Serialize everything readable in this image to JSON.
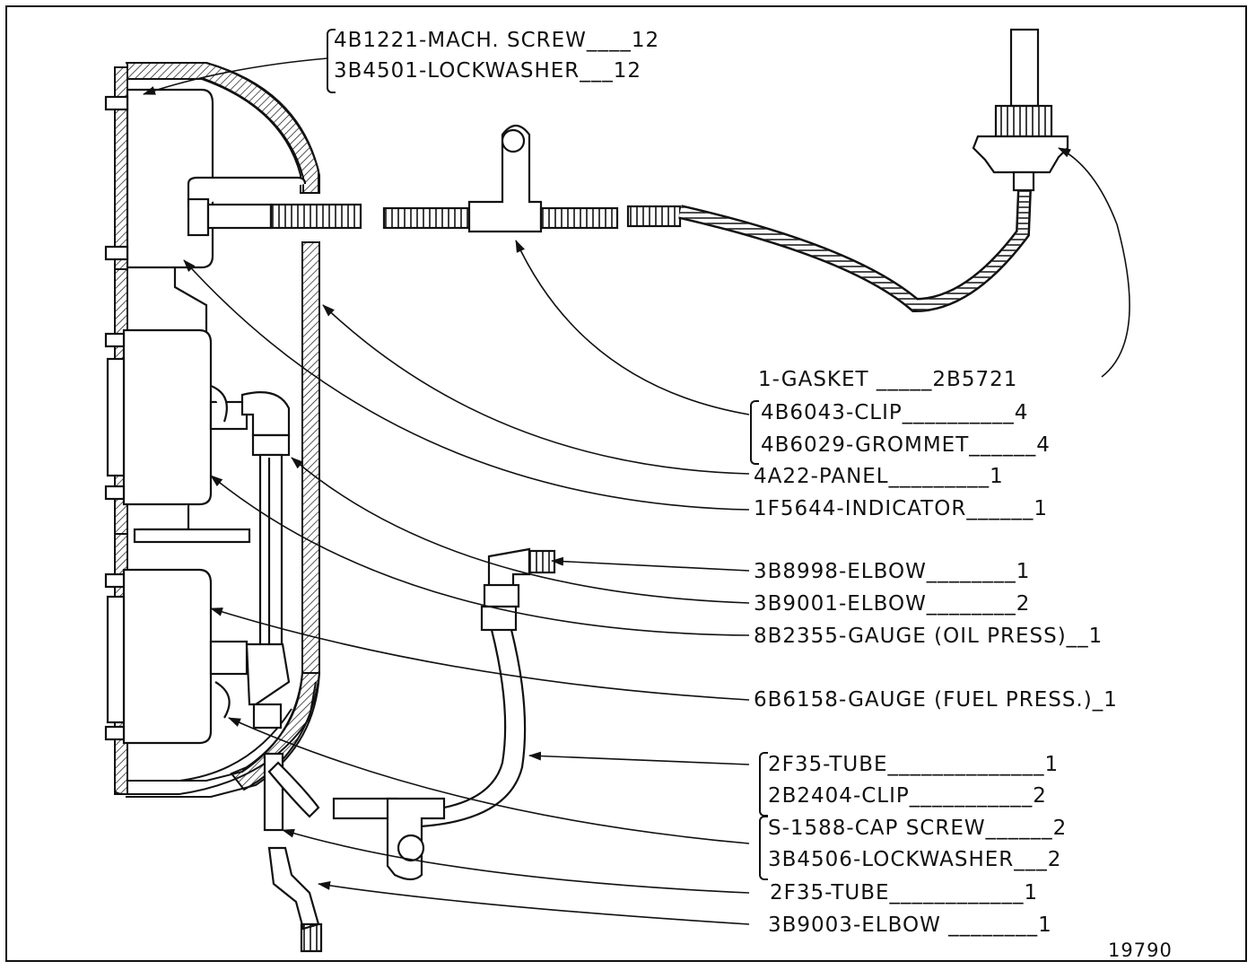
{
  "figure_number": "19790",
  "callouts": [
    {
      "id": "mach-screw",
      "text": "4B1221-MACH. SCREW____12"
    },
    {
      "id": "lockwasher-top",
      "text": "3B4501-LOCKWASHER___12"
    },
    {
      "id": "gasket",
      "text": "1-GASKET _____2B5721"
    },
    {
      "id": "clip-4b6043",
      "text": "4B6043-CLIP__________4"
    },
    {
      "id": "grommet",
      "text": "4B6029-GROMMET______4"
    },
    {
      "id": "panel",
      "text": "4A22-PANEL_________1"
    },
    {
      "id": "indicator",
      "text": "1F5644-INDICATOR______1"
    },
    {
      "id": "elbow-3b8998",
      "text": "3B8998-ELBOW________1"
    },
    {
      "id": "elbow-3b9001",
      "text": "3B9001-ELBOW________2"
    },
    {
      "id": "gauge-oil",
      "text": "8B2355-GAUGE (OIL PRESS)__1"
    },
    {
      "id": "gauge-fuel",
      "text": "6B6158-GAUGE (FUEL PRESS.)_1"
    },
    {
      "id": "tube-2f35-a",
      "text": "2F35-TUBE______________1"
    },
    {
      "id": "clip-2b2404",
      "text": "2B2404-CLIP___________2"
    },
    {
      "id": "cap-screw",
      "text": "S-1588-CAP SCREW______2"
    },
    {
      "id": "lockwasher-bottom",
      "text": "3B4506-LOCKWASHER___2"
    },
    {
      "id": "tube-2f35-b",
      "text": "2F35-TUBE____________1"
    },
    {
      "id": "elbow-3b9003",
      "text": "3B9003-ELBOW ________1"
    }
  ]
}
